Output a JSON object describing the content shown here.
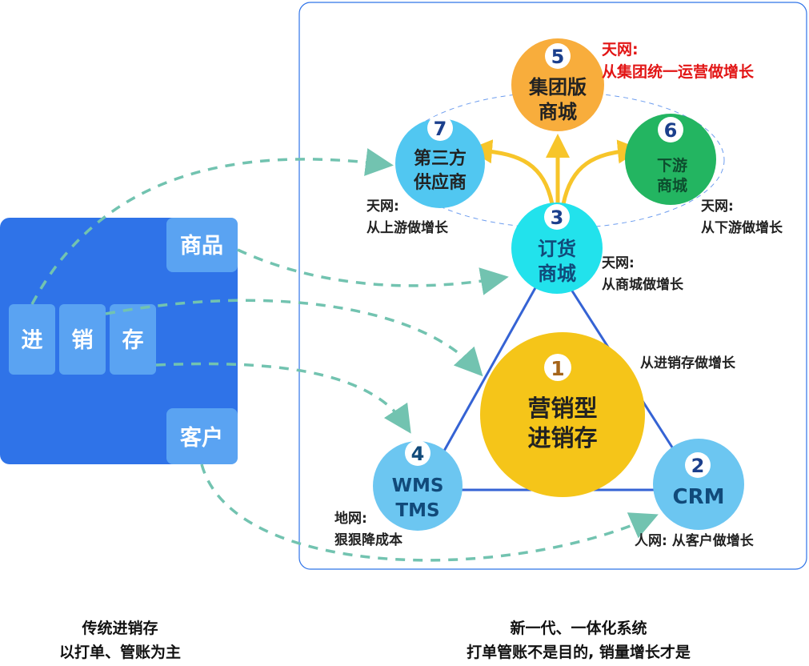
{
  "left_panel": {
    "product_label": "商品",
    "jin_label": "进",
    "xiao_label": "销",
    "cun_label": "存",
    "customer_label": "客户"
  },
  "nodes": {
    "n1": {
      "num": "1",
      "line1": "营销型",
      "line2": "进销存"
    },
    "n2": {
      "num": "2",
      "line1": "CRM"
    },
    "n3": {
      "num": "3",
      "line1": "订货",
      "line2": "商城"
    },
    "n4": {
      "num": "4",
      "line1": "WMS",
      "line2": "TMS"
    },
    "n5": {
      "num": "5",
      "line1": "集团版",
      "line2": "商城"
    },
    "n6": {
      "num": "6",
      "line1": "下游",
      "line2": "商城"
    },
    "n7": {
      "num": "7",
      "line1": "第三方",
      "line2": "供应商"
    }
  },
  "annotations": {
    "a5_line1": "天网:",
    "a5_line2": "从集团统一运营做增长",
    "a7_line1": "天网:",
    "a7_line2": "从上游做增长",
    "a6_line1": "天网:",
    "a6_line2": "从下游做增长",
    "a3_line1": "天网:",
    "a3_line2": "从商城做增长",
    "a1": "从进销存做增长",
    "a4_line1": "地网:",
    "a4_line2": "狠狠降成本",
    "a2": "人网: 从客户做增长"
  },
  "captions": {
    "left_line1": "传统进销存",
    "left_line2": "以打单、管账为主",
    "right_line1": "新一代、一体化系统",
    "right_line2": "打单管账不是目的, 销量增长才是"
  },
  "colors": {
    "panel_blue": "#2f73e8",
    "tile_blue": "#5aa3f2",
    "triangle_blue": "#3563d4",
    "dash_green": "#72c3b0",
    "arrow_yellow": "#f7c52a",
    "highlight_red": "#e21515",
    "n1_fill": "#f5c519",
    "n2_fill": "#6cc6f1",
    "n3_fill": "#22e2ec",
    "n4_fill": "#6cc6f1",
    "n5_fill": "#f8ad3c",
    "n6_fill": "#23b561",
    "n7_fill": "#51c7f1"
  }
}
